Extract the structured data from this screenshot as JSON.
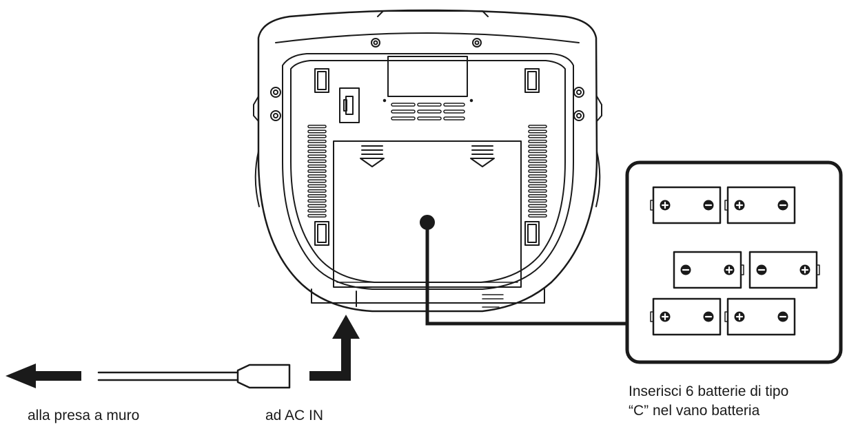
{
  "labels": {
    "wall_socket": "alla presa a muro",
    "ac_in": "ad AC IN",
    "battery_line1": "Inserisci 6  batterie di tipo",
    "battery_line2": "“C” nel vano batteria"
  },
  "battery_count": 6,
  "colors": {
    "stroke": "#1a1a1a",
    "background": "#ffffff"
  },
  "icons": [
    "plus-icon",
    "minus-icon",
    "arrow-left-icon",
    "arrow-up-icon"
  ]
}
